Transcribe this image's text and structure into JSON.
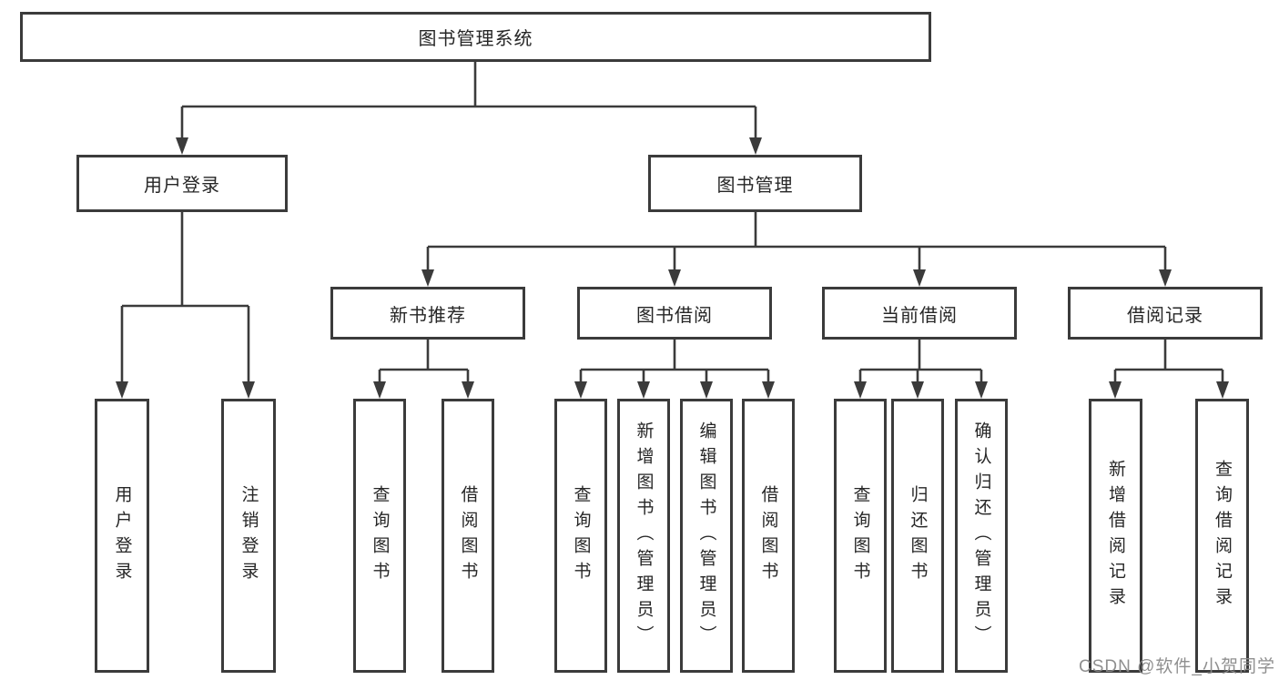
{
  "diagram": {
    "root": {
      "label": "图书管理系统"
    },
    "branches": [
      {
        "label": "用户登录",
        "children": [
          {
            "label": "用户登录"
          },
          {
            "label": "注销登录"
          }
        ]
      },
      {
        "label": "图书管理",
        "children": [
          {
            "label": "新书推荐",
            "children": [
              {
                "label": "查询图书"
              },
              {
                "label": "借阅图书"
              }
            ]
          },
          {
            "label": "图书借阅",
            "children": [
              {
                "label": "查询图书"
              },
              {
                "label": "新增图书（管理员）"
              },
              {
                "label": "编辑图书（管理员）"
              },
              {
                "label": "借阅图书"
              }
            ]
          },
          {
            "label": "当前借阅",
            "children": [
              {
                "label": "查询图书"
              },
              {
                "label": "归还图书"
              },
              {
                "label": "确认归还（管理员）"
              }
            ]
          },
          {
            "label": "借阅记录",
            "children": [
              {
                "label": "新增借阅记录"
              },
              {
                "label": "查询借阅记录"
              }
            ]
          }
        ]
      }
    ]
  },
  "watermark": {
    "text": "CSDN @软件_小贺同学"
  },
  "colors": {
    "background": "#ffffff",
    "line": "#3b3b3b",
    "box_border": "#3b3b3b",
    "text": "#262626",
    "watermark": "#8a8a8a"
  }
}
